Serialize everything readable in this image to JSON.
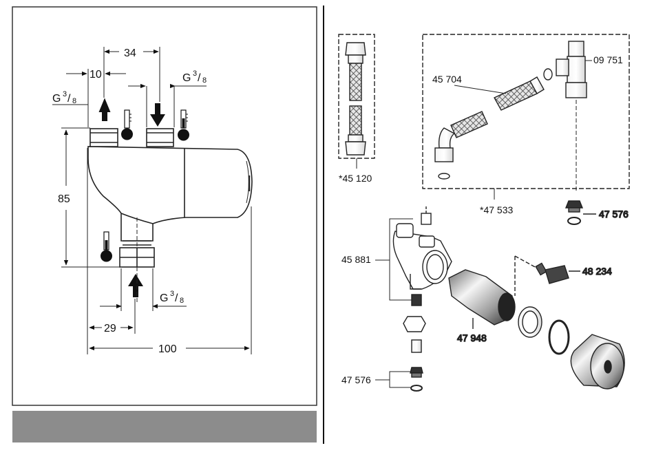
{
  "left_panel": {
    "dimensions": {
      "width_34": "34",
      "width_10": "10",
      "height_85": "85",
      "width_29": "29",
      "width_100": "100"
    },
    "thread_labels": [
      {
        "base": "G",
        "num": "3",
        "den": "8"
      },
      {
        "base": "G",
        "num": "3",
        "den": "8"
      },
      {
        "base": "G",
        "num": "3",
        "den": "8"
      }
    ],
    "footer_bar_color": "#8c8c8c"
  },
  "right_panel": {
    "part_numbers": {
      "hose_single": "*45 120",
      "hose_kit": "45 704",
      "kit": "*47 533",
      "tee": "09 751",
      "valve_top": "47 576",
      "body": "45 881",
      "cartridge": "47 948",
      "key": "48 234",
      "valve_bottom": "47 576"
    }
  },
  "colors": {
    "line": "#222222",
    "hose_mesh": "#555555",
    "footer_bar": "#8c8c8c"
  }
}
